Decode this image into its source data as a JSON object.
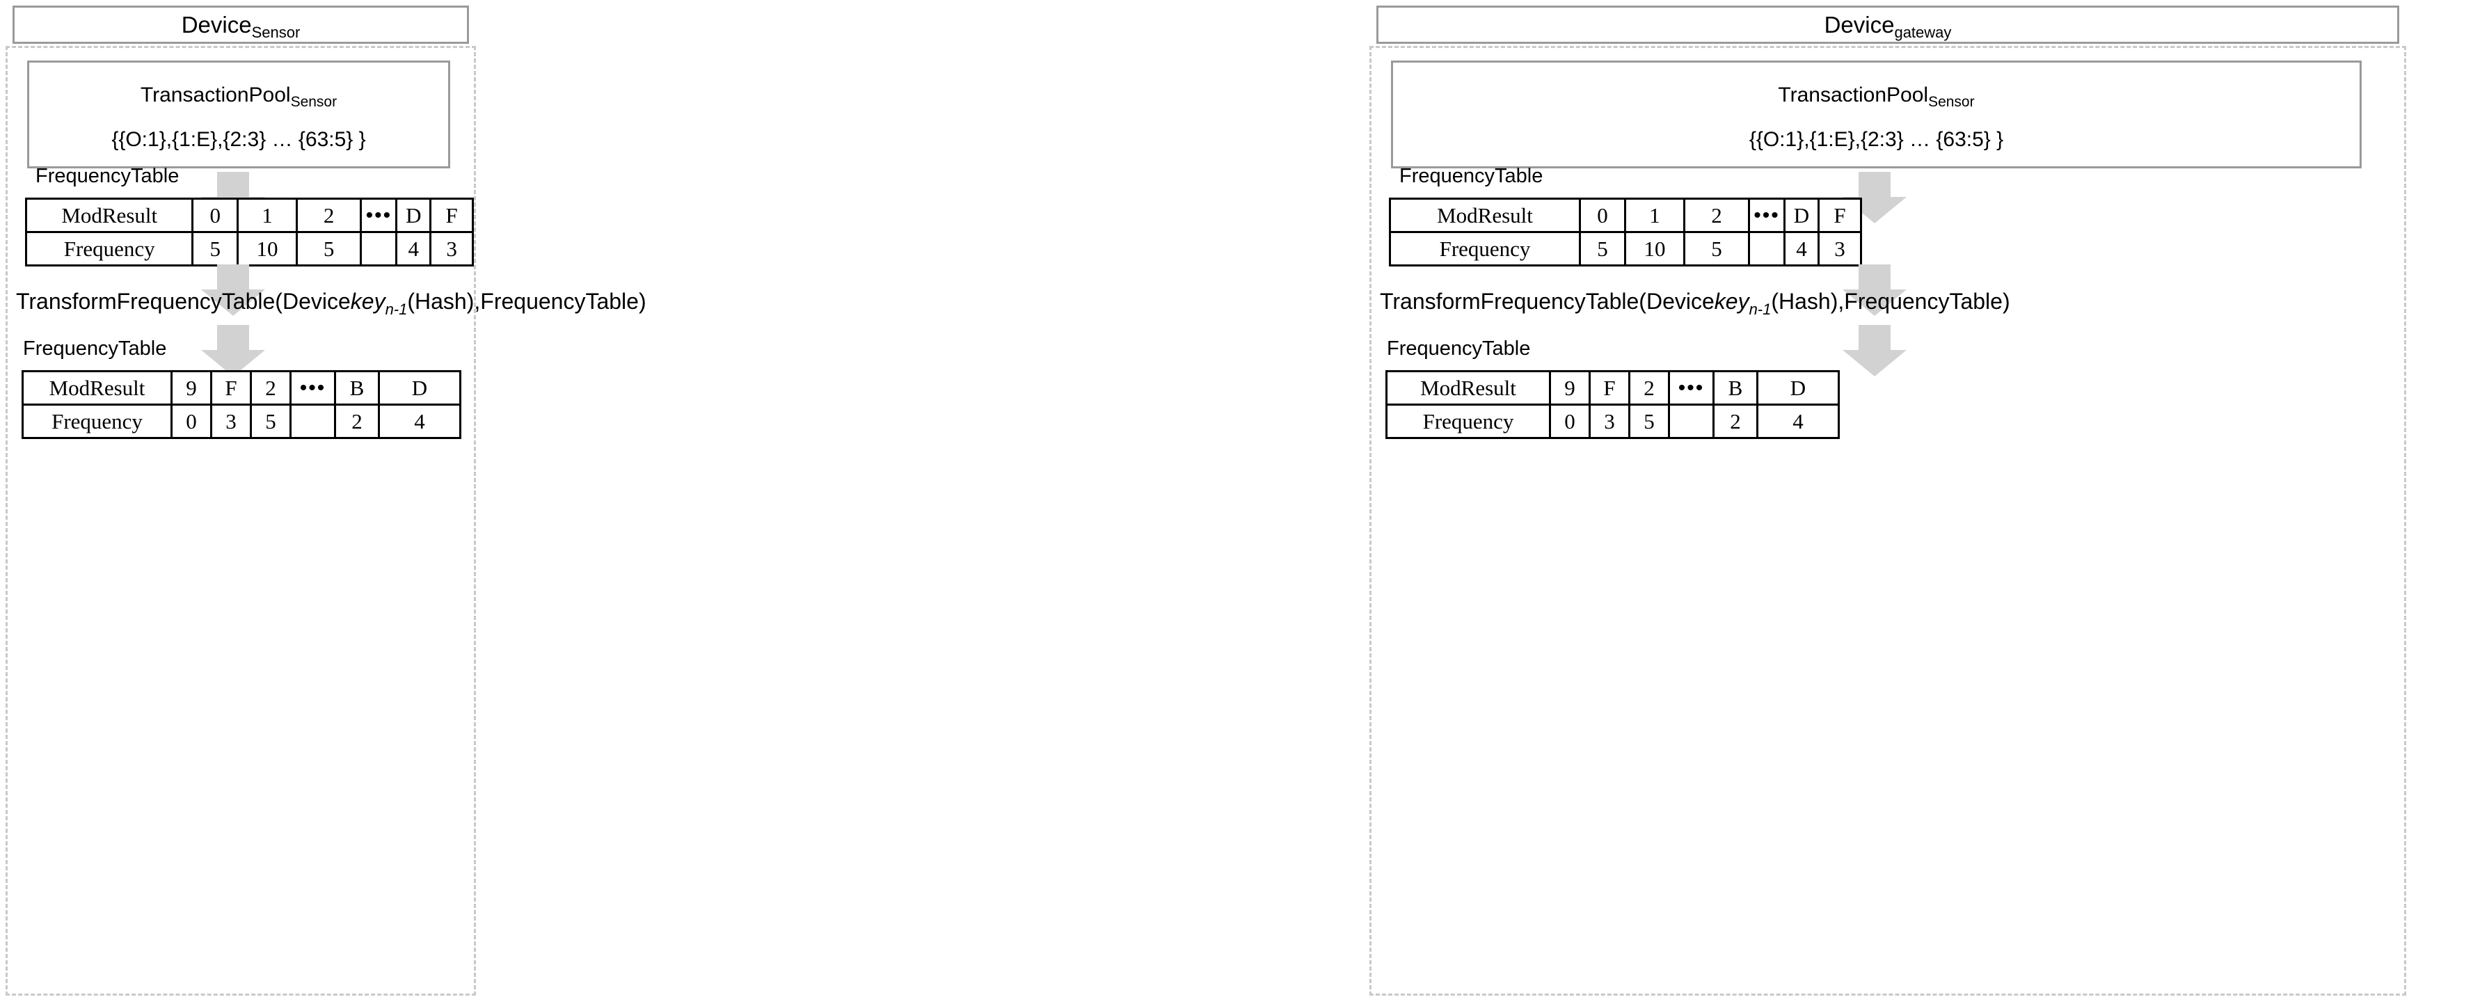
{
  "panels": [
    {
      "id": "sensor",
      "device": {
        "name": "Device",
        "subscript": "Sensor"
      },
      "pool": {
        "name": "TransactionPool",
        "subscript": "Sensor",
        "content": "{{O:1},{1:E},{2:3} … {63:5} }"
      },
      "table1_label": "FrequencyTable",
      "table1": {
        "rows": [
          {
            "header": "ModResult",
            "cells": [
              "0",
              "1",
              "2",
              "•••",
              "D",
              "F"
            ]
          },
          {
            "header": "Frequency",
            "cells": [
              "5",
              "10",
              "5",
              "",
              "4",
              "3"
            ]
          }
        ]
      },
      "formula": {
        "prefix": "TransformFrequencyTable(Device",
        "italic": "key",
        "subscript": "n-1",
        "suffix": "(Hash),FrequencyTable)"
      },
      "table2_label": "FrequencyTable",
      "table2": {
        "rows": [
          {
            "header": "ModResult",
            "cells": [
              "9",
              "F",
              "2",
              "•••",
              "B",
              "D"
            ]
          },
          {
            "header": "Frequency",
            "cells": [
              "0",
              "3",
              "5",
              "",
              "2",
              "4"
            ]
          }
        ]
      }
    },
    {
      "id": "gateway",
      "device": {
        "name": "Device",
        "subscript": "gateway"
      },
      "pool": {
        "name": "TransactionPool",
        "subscript": "Sensor",
        "content": "{{O:1},{1:E},{2:3} … {63:5} }"
      },
      "table1_label": "FrequencyTable",
      "table1": {
        "rows": [
          {
            "header": "ModResult",
            "cells": [
              "0",
              "1",
              "2",
              "•••",
              "D",
              "F"
            ]
          },
          {
            "header": "Frequency",
            "cells": [
              "5",
              "10",
              "5",
              "",
              "4",
              "3"
            ]
          }
        ]
      },
      "formula": {
        "prefix": "TransformFrequencyTable(Device",
        "italic": "key",
        "subscript": "n-1",
        "suffix": "(Hash),FrequencyTable)"
      },
      "table2_label": "FrequencyTable",
      "table2": {
        "rows": [
          {
            "header": "ModResult",
            "cells": [
              "9",
              "F",
              "2",
              "•••",
              "B",
              "D"
            ]
          },
          {
            "header": "Frequency",
            "cells": [
              "0",
              "3",
              "5",
              "",
              "2",
              "4"
            ]
          }
        ]
      }
    }
  ],
  "colors": {
    "solid_border": "#9a9a9a",
    "dashed_border": "#c9c9c9",
    "arrow_fill": "#d2d2d2",
    "table_border": "#000000",
    "text": "#000000",
    "background": "#ffffff"
  },
  "arrows": {
    "count_per_panel": 3,
    "name": "down-block-arrow"
  }
}
